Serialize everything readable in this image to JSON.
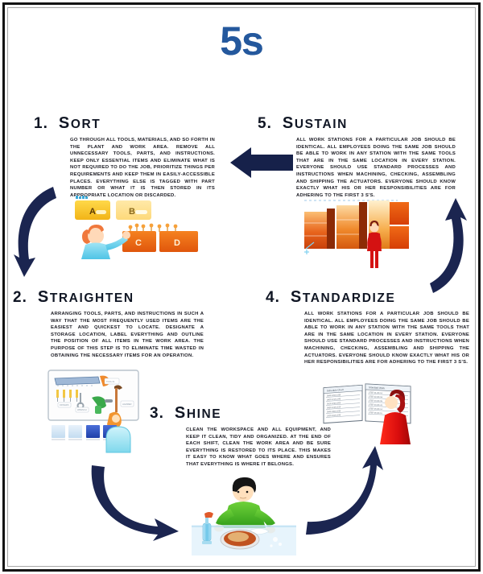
{
  "poster": {
    "title": "5s",
    "accent_color": "#24589d",
    "arrow_color": "#16214a",
    "frame_color": "#141414",
    "background": "#ffffff"
  },
  "sections": [
    {
      "id": "sort",
      "number": "1.",
      "title": "Sort",
      "body": "Go through all tools, materials, and so forth in the plant and work area. Remove all unnecessary tools, parts, and instructions. Keep only essential items and eliminate what is not required to do the job, prioritize things per requirements and keep them in easily-accessible places. Everything else is tagged with part number or what it is then stored in its appropriate location or discarded.",
      "image_name": "sort-bins-worker-illustration"
    },
    {
      "id": "sustain",
      "number": "5.",
      "title": "Sustain",
      "body": "All work stations for a particular job should be identical. All employees doing the same job should be able to work in any station with the same tools that are in the same location in every station. Everyone should use standard processes and instructions when machining, checking, assembling and shipping the actuators.  Everyone should know exactly what his or her responsibilities are for adhering to the first 3 S's.",
      "image_name": "sustain-workstations-illustration"
    },
    {
      "id": "straighten",
      "number": "2.",
      "title": "Straighten",
      "body": "Arranging tools, parts, and instructions in such a way that the most frequently used items are the easiest and quickest to locate. Designate a storage location, label everything and outline the position of all items in the work area. The purpose of this step is to eliminate time wasted in obtaining the necessary items for an operation.",
      "image_name": "straighten-toolboard-illustration"
    },
    {
      "id": "standardize",
      "number": "4.",
      "title": "Standardize",
      "body": "All work stations for a particular job should be identical. All employees doing the same job should be able to work in any station with the same tools that are in the same location in every station. Everyone should use standard processes and instructions when machining, checking, assembling and shipping the actuators.  Everyone should know exactly what his or her responsibilities are for adhering to the first 3 S's.",
      "image_name": "standardize-charts-worker-illustration"
    },
    {
      "id": "shine",
      "number": "3.",
      "title": "Shine",
      "body": "Clean the workspace and all equipment, and keep it clean, tidy and organized.  At the end of each shift, clean the work area and be sure everything is restored to its place. This makes it easy to know what goes where and ensures that everything is where it belongs.",
      "image_name": "shine-cleaning-worker-illustration"
    }
  ],
  "arrows": [
    {
      "name": "arrow-sustain-to-sort",
      "direction": "left"
    },
    {
      "name": "arrow-sort-to-straighten",
      "direction": "curve-down-left"
    },
    {
      "name": "arrow-straighten-to-shine",
      "direction": "curve-down-right"
    },
    {
      "name": "arrow-shine-to-standardize",
      "direction": "curve-up-right"
    },
    {
      "name": "arrow-standardize-to-sustain",
      "direction": "curve-up-left"
    }
  ],
  "illustration_labels": {
    "sort_bins": [
      "A",
      "B",
      "C",
      "D"
    ]
  }
}
